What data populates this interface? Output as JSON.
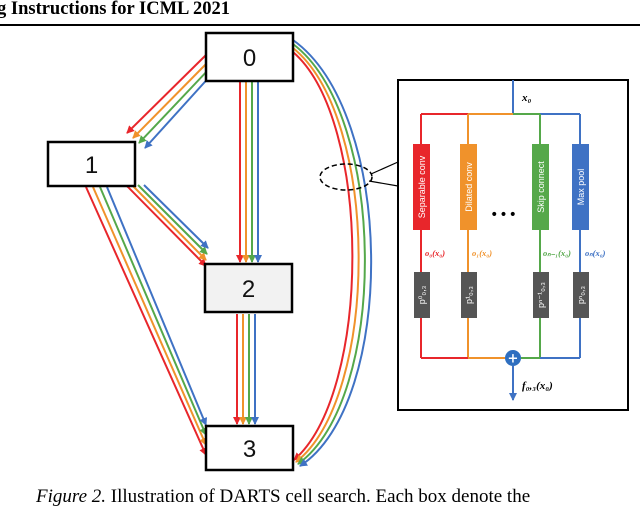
{
  "header": {
    "running_title": "g Instructions for ICML 2021"
  },
  "diagram": {
    "nodes": [
      {
        "id": "node-0",
        "label": "0"
      },
      {
        "id": "node-1",
        "label": "1"
      },
      {
        "id": "node-2",
        "label": "2"
      },
      {
        "id": "node-3",
        "label": "3"
      }
    ],
    "edge_colors": [
      "#e8262b",
      "#f0922b",
      "#55a84a",
      "#3f72c4"
    ],
    "operations": [
      {
        "label": "Separable conv",
        "color": "#e8262b",
        "output": "o₀(x₀)"
      },
      {
        "label": "Dilated conv",
        "color": "#f0922b",
        "output": "o₁(x₀)"
      },
      {
        "label": "Skip connect",
        "color": "#55a84a",
        "output": "oₙ₋₁(x₀)"
      },
      {
        "label": "Max pool",
        "color": "#3f72c4",
        "output": "oₙ(x₀)"
      }
    ],
    "probs": [
      "p⁰₀,₃",
      "p¹₀,₃",
      "pⁿ⁻¹₀,₃",
      "pⁿ₀,₃"
    ],
    "ellipsis": "•••",
    "input_label": "x₀",
    "output_label": "f₀,₃(x₀)",
    "sum_symbol": "+"
  },
  "caption": {
    "label": "Figure 2.",
    "text": " Illustration of DARTS cell search. Each box denote the"
  }
}
